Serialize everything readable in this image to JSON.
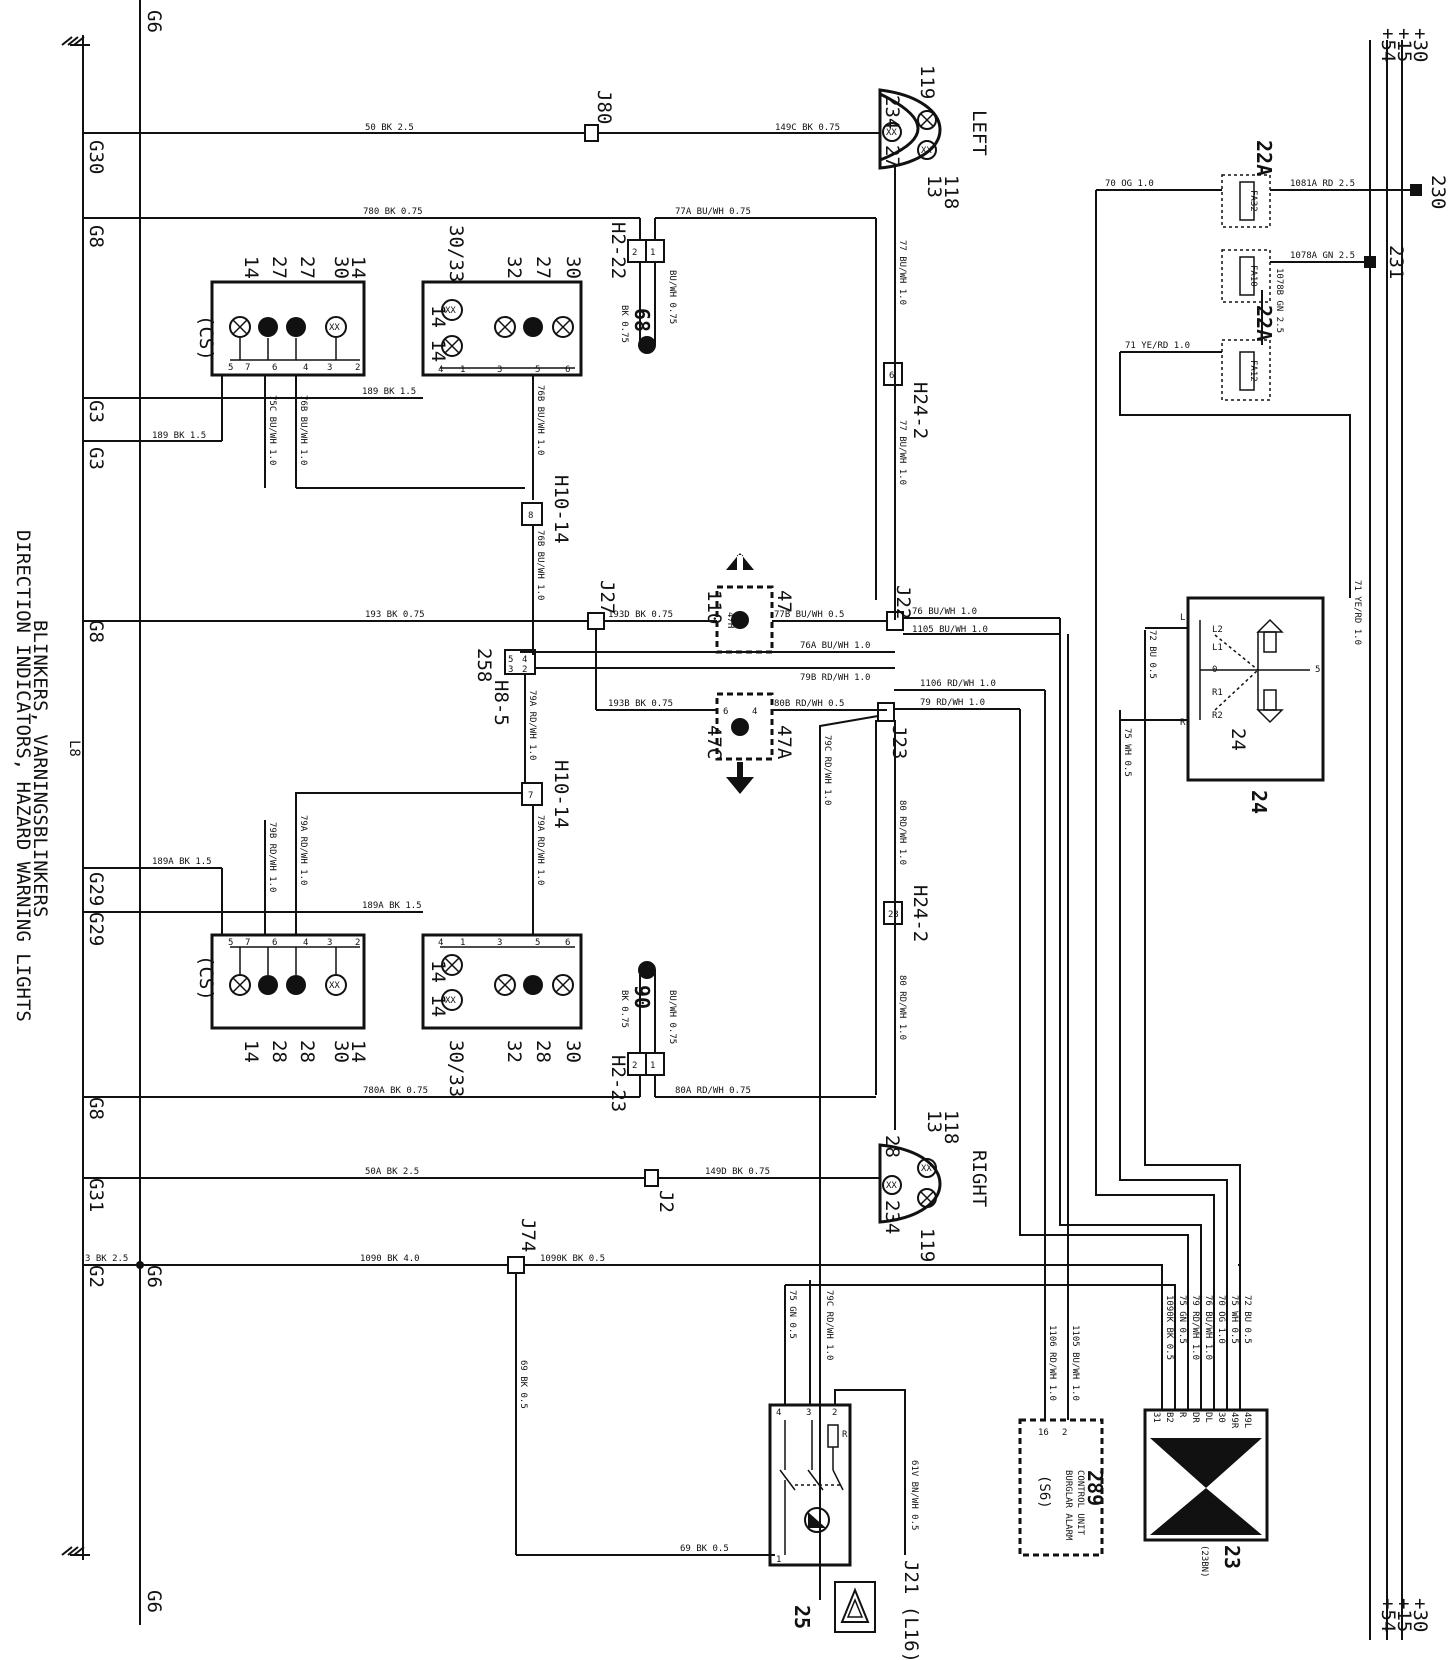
{
  "title": {
    "code": "L8",
    "line1": "BLINKERS, VARNINGSBLINKERS",
    "line2": "DIRECTION INDICATORS, HAZARD WARNING LIGHTS"
  },
  "supply_rails": [
    "+30",
    "+15",
    "+54"
  ],
  "grounds": [
    "G6",
    "G30",
    "G8",
    "G3",
    "G3",
    "G8",
    "G29",
    "G29",
    "G8",
    "G31",
    "G2",
    "G6",
    "G6"
  ],
  "wires": {
    "w50": "50 BK 2.5",
    "w149c": "149C BK 0.75",
    "w780": "780 BK 0.75",
    "w77a": "77A BU/WH 0.75",
    "w189": "189 BK 1.5",
    "w189b": "189 BK 1.5",
    "w193": "193 BK 0.75",
    "w193d": "193D BK 0.75",
    "w77b": "77B BU/WH 0.5",
    "w76": "76 BU/WH 1.0",
    "w1105": "1105 BU/WH 1.0",
    "w76a": "76A BU/WH 1.0",
    "w79b": "79B RD/WH 1.0",
    "w1106": "1106 RD/WH 1.0",
    "w193b": "193B BK 0.75",
    "w80b": "80B RD/WH 0.5",
    "w79": "79 RD/WH 1.0",
    "w189a": "189A BK 1.5",
    "w189a2": "189A BK 1.5",
    "w780a": "780A BK 0.75",
    "w80a": "80A RD/WH 0.75",
    "w50a": "50A BK 2.5",
    "w149d": "149D BK 0.75",
    "w3": "3 BK 2.5",
    "w1090": "1090 BK 4.0",
    "w1090k": "1090K BK 0.5",
    "w70": "70 OG 1.0",
    "w1081a": "1081A RD 2.5",
    "w1078a": "1078A GN 2.5",
    "w1078b": "1078B GN 2.5",
    "w71": "71 YE/RD 1.0",
    "w71v": "71 YE/RD 1.0",
    "w72": "72 BU 0.5",
    "w75": "75 WH 0.5",
    "w77": "77 BU/WH 1.0",
    "w77b2": "77 BU/WH 1.0",
    "w79c": "79C RD/WH 1.0",
    "w80": "80 RD/WH 1.0",
    "w80v2": "80 RD/WH 1.0",
    "w76b": "76B BU/WH 1.0",
    "w76b2": "76B BU/WH 1.0",
    "w79a": "79A RD/WH 1.0",
    "w79a2": "79A RD/WH 1.0",
    "w75c": "75C BU/WH 1.0",
    "w79bv": "79B RD/WH 1.0",
    "w69": "69 BK 0.5",
    "w69h": "69 BK 0.5",
    "w75gn": "75 GN 0.5",
    "w61v": "61V BN/WH 0.5",
    "w68_bk": "BK 0.75",
    "w68_bu": "BU/WH 0.75",
    "w90_bk": "BK 0.75",
    "w90_bu": "BU/WH 0.75",
    "bus": [
      "72 BU 0.5",
      "75 WH 0.5",
      "70 OG 1.0",
      "76 BU/WH 1.0",
      "79 RD/WH 1.0",
      "75 GN 0.5",
      "1090K BK 0.5"
    ],
    "alarm": [
      "1105 BU/WH 1.0",
      "1106 RD/WH 1.0"
    ]
  },
  "connectors": {
    "J80": "J80",
    "J22": "J22",
    "J27": "J27",
    "J23": "J23",
    "J2": "J2",
    "J74": "J74",
    "H2_22": "H2-22",
    "H2_23": "H2-23",
    "H24_2a": "H24-2",
    "H24_2b": "H24-2",
    "H10_14a": "H10-14",
    "H10_14b": "H10-14",
    "H8_5": "H8-5",
    "n258": "258",
    "n230": "230",
    "n231": "231"
  },
  "components": {
    "front_left": {
      "label": "LEFT",
      "ids": [
        "119",
        "234",
        "27",
        "118",
        "13"
      ]
    },
    "front_right": {
      "label": "RIGHT",
      "ids": [
        "118",
        "13",
        "28",
        "234",
        "119"
      ]
    },
    "rear_left_cs": {
      "tag": "(CS)",
      "top": [
        "14",
        "27",
        "27",
        "30",
        "14"
      ],
      "pins": [
        "5",
        "7",
        "6",
        "4",
        "3",
        "2"
      ]
    },
    "rear_left": {
      "top": [
        "30/33",
        "32",
        "27",
        "30"
      ],
      "side": "14 14",
      "pins": [
        "4",
        "1",
        "3",
        "5",
        "6"
      ]
    },
    "rear_right_cs": {
      "tag": "(CS)",
      "bottom": [
        "14",
        "28",
        "28",
        "30",
        "14"
      ],
      "pins": [
        "5",
        "7",
        "6",
        "4",
        "3",
        "2"
      ]
    },
    "rear_right": {
      "bottom": [
        "30/33",
        "32",
        "28",
        "30"
      ],
      "side": "14 14",
      "pins": [
        "4",
        "1",
        "3",
        "5",
        "6"
      ]
    },
    "side_68": "68",
    "side_90": "90",
    "mirror_47": "47",
    "mirror_110": "110",
    "mirror_47a": "47A",
    "mirror_47c": "47C",
    "fuse_a": "22A",
    "fuse_b": "22A",
    "fa32": "FA32",
    "fa10": "FA10",
    "fa12": "FA12",
    "switch_24": "24",
    "switch_24b": "24",
    "flasher_23": "23",
    "flasher_23_sub": "(23BN)",
    "flasher_pins": [
      "49L",
      "49R",
      "30",
      "DL",
      "DR",
      "R",
      "B2",
      "31"
    ],
    "hazard_25": "25",
    "alarm_289": "289",
    "alarm_text1": "CONTROL UNIT",
    "alarm_text2": "BURGLAR ALARM",
    "alarm_tag": "(S6)",
    "J21": "J21 (L16)"
  }
}
